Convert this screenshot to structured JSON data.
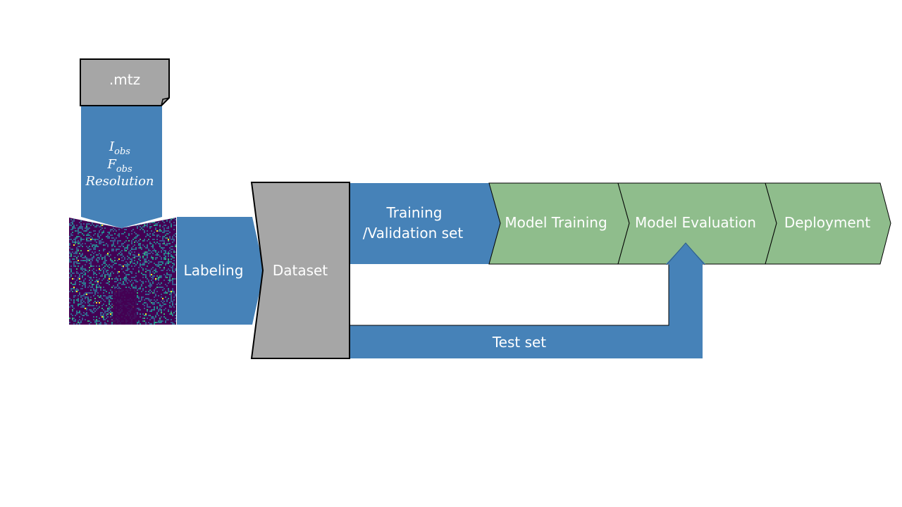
{
  "file": {
    "label": ".mtz"
  },
  "mtz_fields": {
    "field_1": "I",
    "field_1_sub": "obs",
    "field_2": "F",
    "field_2_sub": "obs",
    "field_3": "Resolution"
  },
  "steps": {
    "labeling": "Labeling",
    "dataset": "Dataset",
    "training_line1": "Training",
    "training_line2": "/Validation set",
    "model_training": "Model Training",
    "model_evaluation": "Model Evaluation",
    "deployment": "Deployment",
    "test_set": "Test set"
  },
  "colors": {
    "blue": "#4682b8",
    "green": "#8fbd8c",
    "gray": "#a6a6a6",
    "heatmap_base": "#440154"
  }
}
